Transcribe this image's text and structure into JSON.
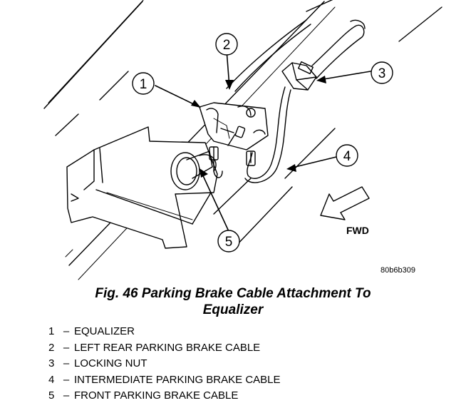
{
  "diagram": {
    "callouts": [
      {
        "number": "1"
      },
      {
        "number": "2"
      },
      {
        "number": "3"
      },
      {
        "number": "4"
      },
      {
        "number": "5"
      }
    ],
    "direction_label": "FWD",
    "image_code": "80b6b309"
  },
  "caption": {
    "line1": "Fig. 46 Parking Brake Cable Attachment To",
    "line2": "Equalizer"
  },
  "legend": [
    {
      "number": "1",
      "dash": "–",
      "text": "EQUALIZER"
    },
    {
      "number": "2",
      "dash": "–",
      "text": "LEFT REAR PARKING BRAKE CABLE"
    },
    {
      "number": "3",
      "dash": "–",
      "text": "LOCKING NUT"
    },
    {
      "number": "4",
      "dash": "–",
      "text": "INTERMEDIATE PARKING BRAKE CABLE"
    },
    {
      "number": "5",
      "dash": "–",
      "text": "FRONT PARKING BRAKE CABLE"
    }
  ]
}
